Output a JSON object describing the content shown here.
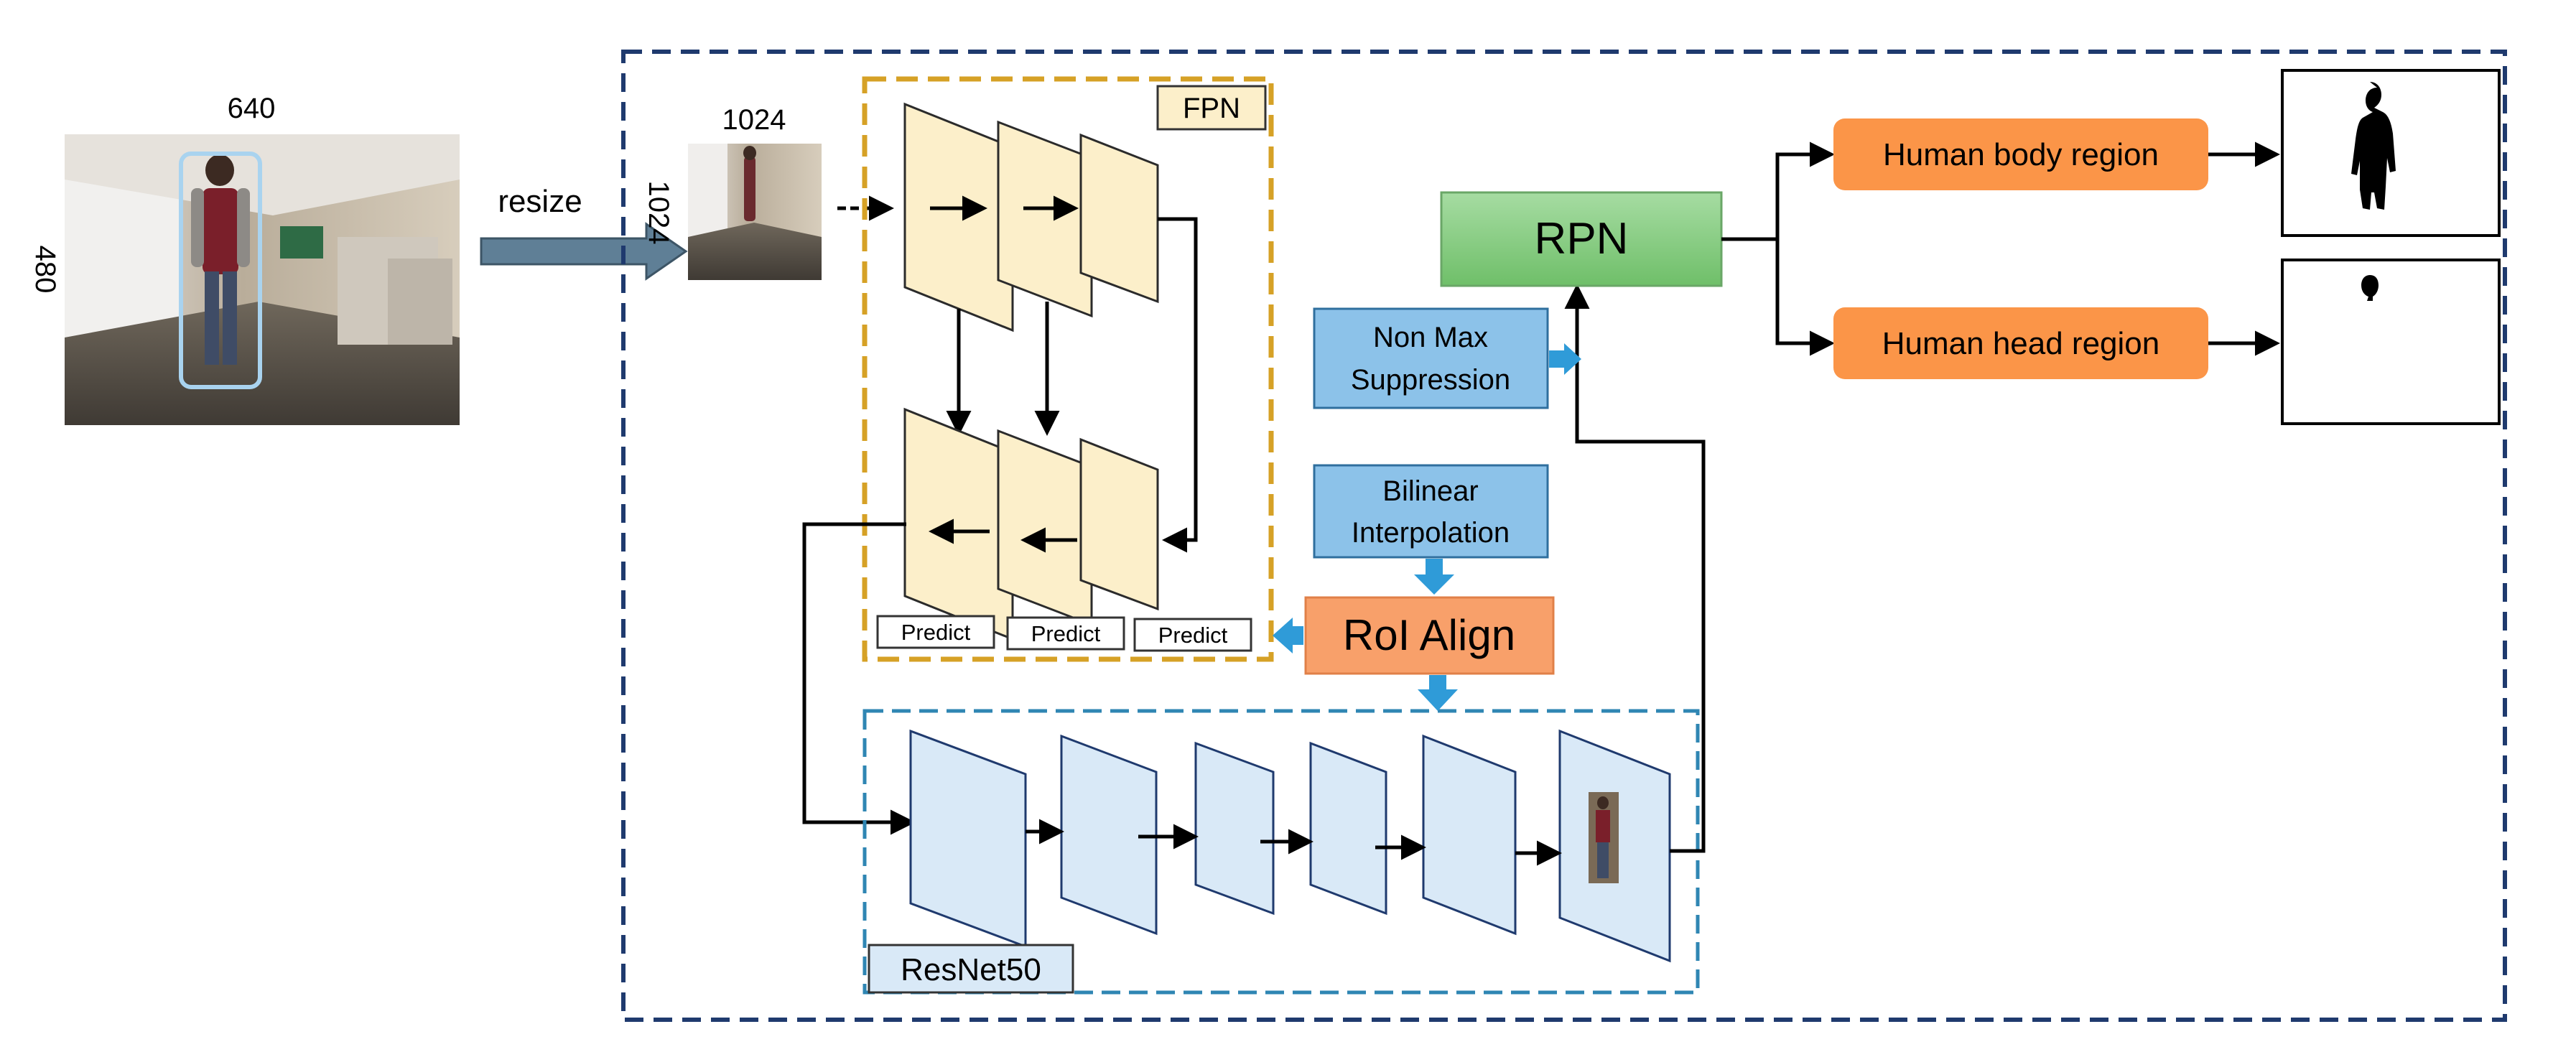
{
  "input_image": {
    "width_label": "640",
    "height_label": "480"
  },
  "resize_label": "resize",
  "resized_image": {
    "width_label": "1024",
    "height_label": "1024"
  },
  "fpn": {
    "label": "FPN",
    "predict_labels": [
      "Predict",
      "Predict",
      "Predict"
    ]
  },
  "rpn": {
    "label": "RPN"
  },
  "nms": {
    "line1": "Non Max",
    "line2": "Suppression"
  },
  "bilinear": {
    "line1": "Bilinear",
    "line2": "Interpolation"
  },
  "roi_align": {
    "label": "RoI Align"
  },
  "resnet": {
    "label": "ResNet50"
  },
  "outputs": {
    "body": "Human body region",
    "head": "Human head region"
  },
  "colors": {
    "outer_border": "#1f3a6e",
    "fpn_border": "#d6a126",
    "fpn_fill": "#fcefca",
    "resnet_border": "#2f86b3",
    "resnet_fill": "#d9e9f7",
    "rpn_fill": "#8fd08a",
    "blue_box": "#8cc2e9",
    "orange_box": "#f8a06a",
    "orange_pill": "#fb9548",
    "blue_arrow": "#2f9bd8",
    "gray_arrow": "#5f7f96"
  }
}
